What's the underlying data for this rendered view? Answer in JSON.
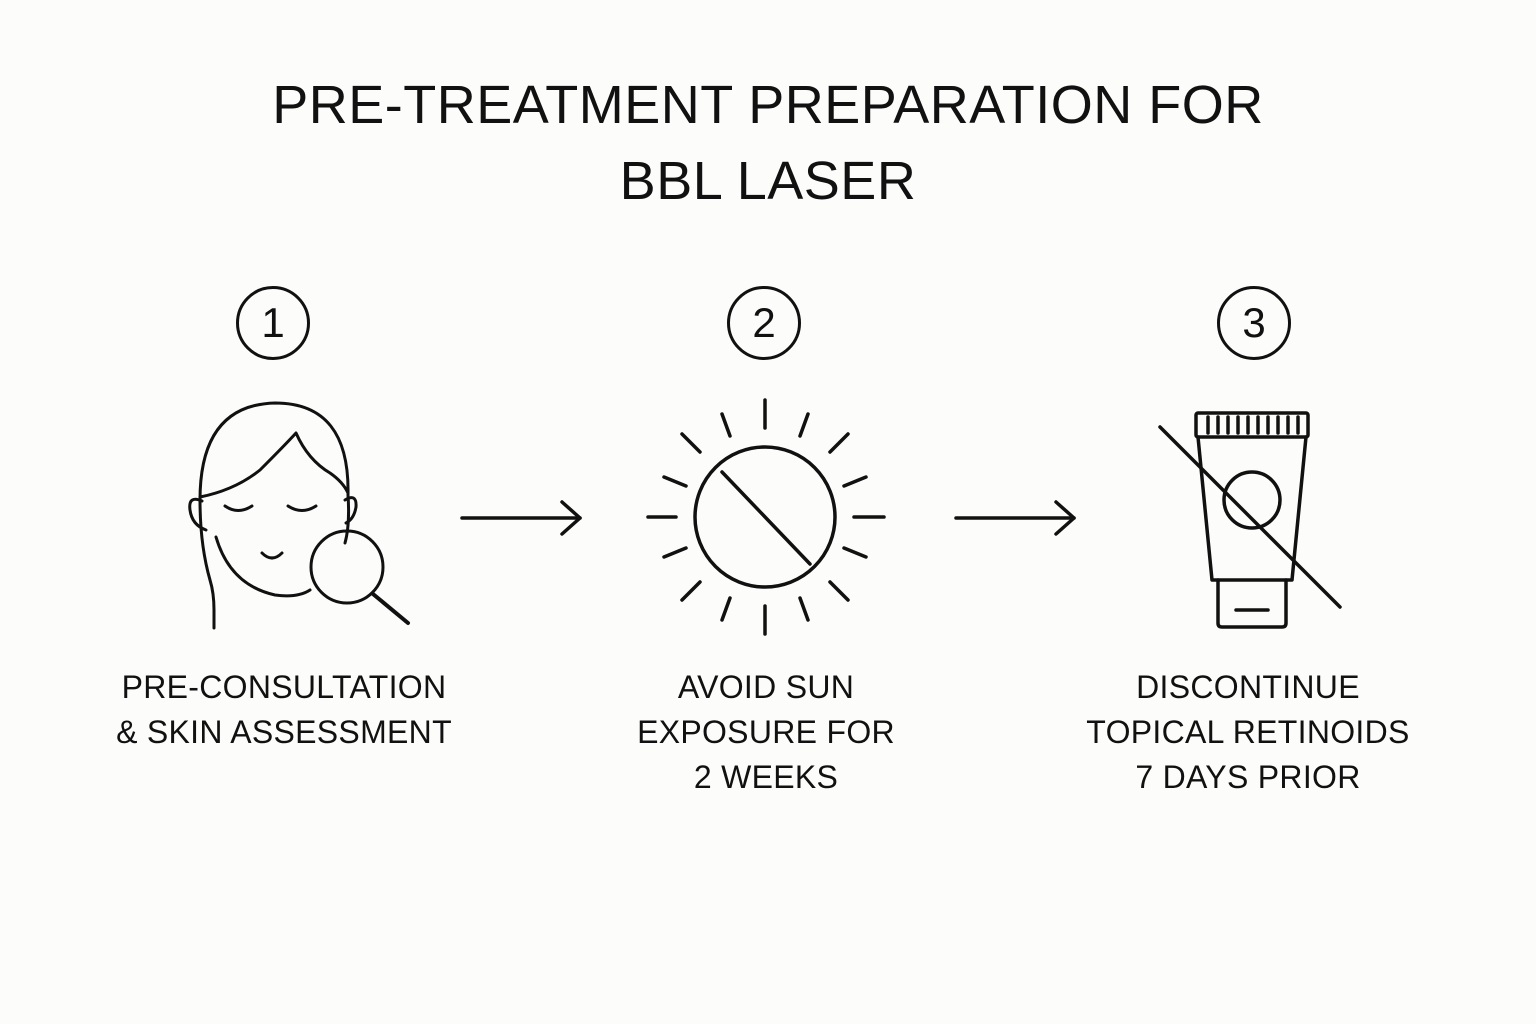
{
  "title": {
    "line1": "PRE-TREATMENT PREPARATION FOR",
    "line2": "BBL LASER"
  },
  "steps": [
    {
      "number": "1",
      "icon": "face-magnifier-icon",
      "label_lines": [
        "PRE-CONSULTATION",
        "& SKIN ASSESSMENT"
      ]
    },
    {
      "number": "2",
      "icon": "no-sun-icon",
      "label_lines": [
        "AVOID SUN",
        "EXPOSURE FOR",
        "2 WEEKS"
      ]
    },
    {
      "number": "3",
      "icon": "no-retinoid-tube-icon",
      "label_lines": [
        "DISCONTINUE",
        "TOPICAL RETINOIDS",
        "7 DAYS PRIOR"
      ]
    }
  ],
  "colors": {
    "background": "#fcfcfa",
    "ink": "#111111"
  }
}
